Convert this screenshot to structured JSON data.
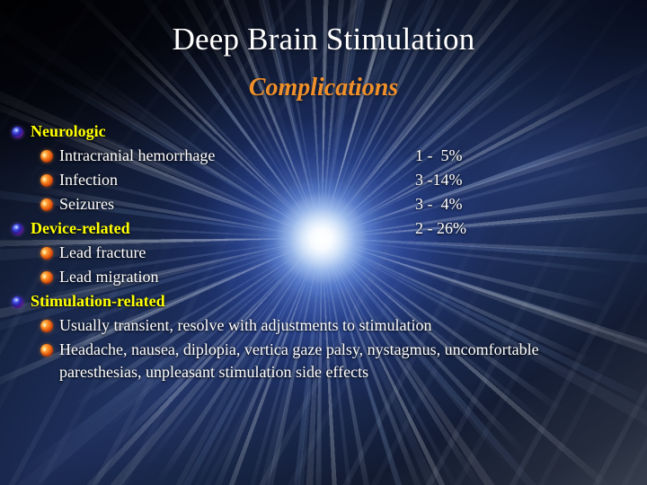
{
  "slide": {
    "title": "Deep Brain Stimulation",
    "subtitle": "Complications",
    "accent_yellow": "#FFFF00",
    "accent_orange": "#F0902A",
    "text_white": "#FFFFFF",
    "background_description": "blue radial light burst on dark navy"
  },
  "outline": [
    {
      "level": 1,
      "bullet": "purple-sphere-bullet",
      "label": "Neurologic",
      "value": ""
    },
    {
      "level": 2,
      "bullet": "orange-sphere-bullet",
      "label": "Intracranial hemorrhage",
      "value": "1 -  5%"
    },
    {
      "level": 2,
      "bullet": "orange-sphere-bullet",
      "label": "Infection",
      "value": "3 -14%"
    },
    {
      "level": 2,
      "bullet": "orange-sphere-bullet",
      "label": "Seizures",
      "value": "3 -  4%"
    },
    {
      "level": 1,
      "bullet": "purple-sphere-bullet",
      "label": "Device-related",
      "value": "2 - 26%"
    },
    {
      "level": 2,
      "bullet": "orange-sphere-bullet",
      "label": "Lead fracture",
      "value": ""
    },
    {
      "level": 2,
      "bullet": "orange-sphere-bullet",
      "label": "Lead migration",
      "value": ""
    },
    {
      "level": 1,
      "bullet": "purple-sphere-bullet",
      "label": "Stimulation-related",
      "value": ""
    },
    {
      "level": 2,
      "bullet": "orange-sphere-bullet",
      "label": "Usually transient, resolve with adjustments to stimulation",
      "value": ""
    },
    {
      "level": 2,
      "bullet": "orange-sphere-bullet",
      "label": "Headache, nausea, diplopia, vertica gaze palsy, nystagmus, uncomfortable paresthesias, unpleasant stimulation side effects",
      "value": ""
    }
  ]
}
